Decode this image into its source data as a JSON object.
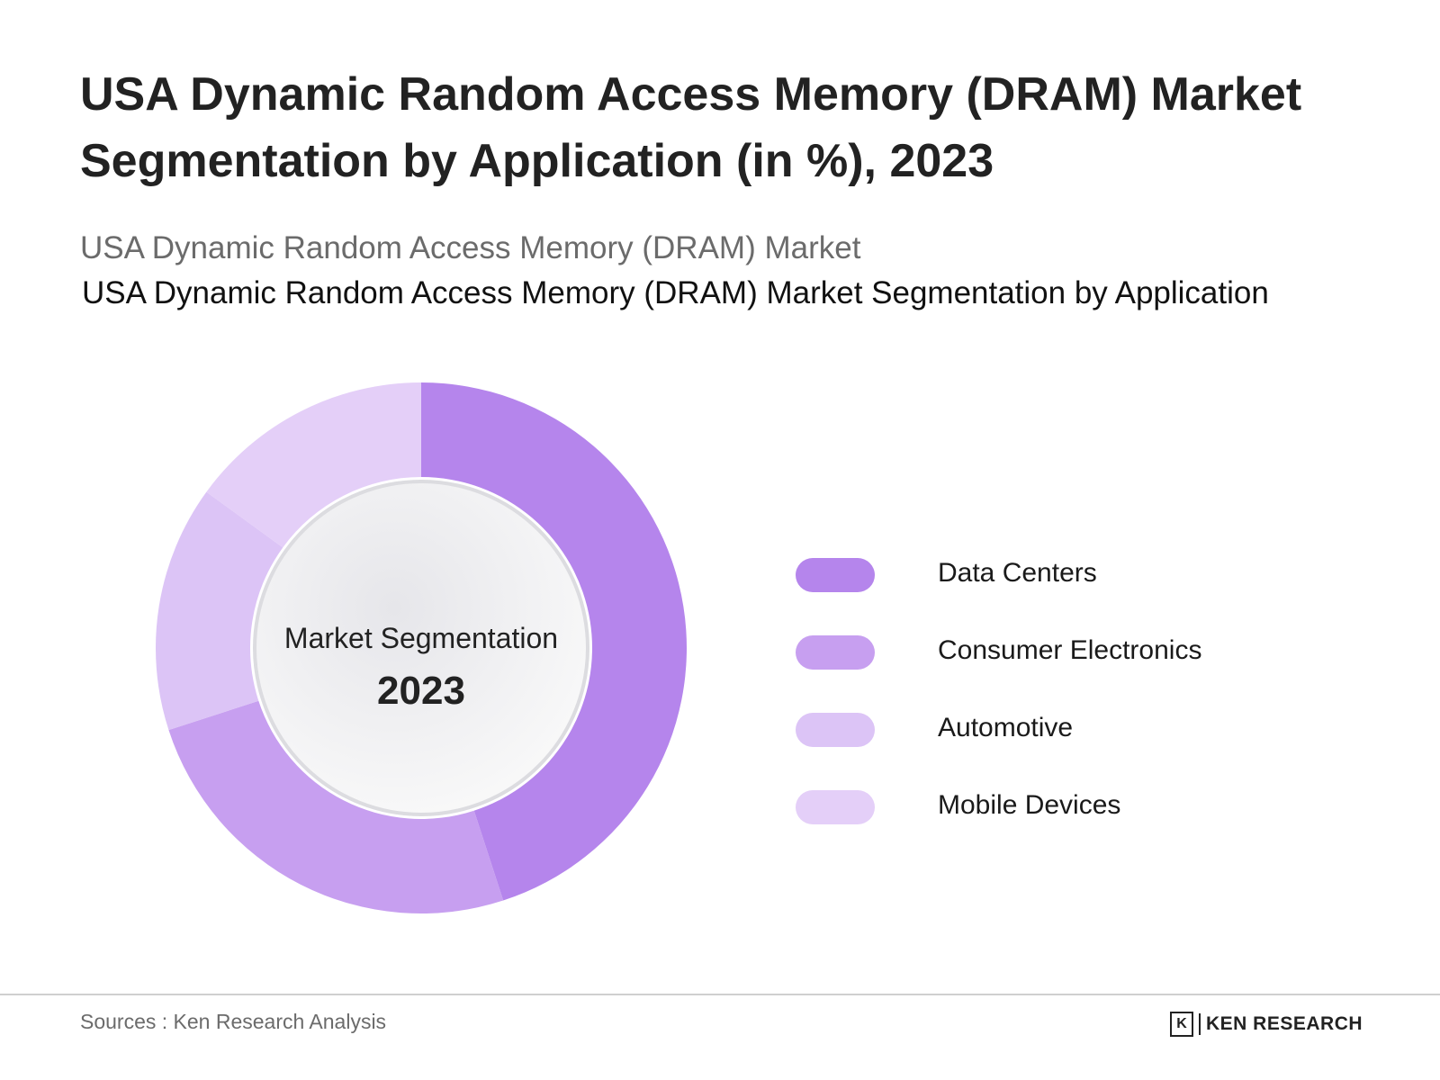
{
  "header": {
    "title": "USA Dynamic Random Access Memory (DRAM) Market Segmentation by Application (in %), 2023",
    "subtitle_1": "USA Dynamic Random Access Memory (DRAM) Market",
    "subtitle_2": "USA Dynamic Random Access Memory (DRAM) Market Segmentation by Application"
  },
  "chart_data": {
    "type": "pie",
    "variant": "donut",
    "title": "USA Dynamic Random Access Memory (DRAM) Market Segmentation by Application (in %), 2023",
    "center_label": "Market Segmentation",
    "center_year": "2023",
    "categories": [
      "Data Centers",
      "Consumer Electronics",
      "Automotive",
      "Mobile Devices"
    ],
    "values": [
      45,
      25,
      15,
      15
    ],
    "colors": [
      "#b585ec",
      "#c79ff0",
      "#dcc4f6",
      "#e4cff8"
    ],
    "legend_position": "right"
  },
  "footer": {
    "source": "Sources : Ken Research Analysis",
    "brand": "KEN RESEARCH",
    "brand_mark": "K"
  }
}
